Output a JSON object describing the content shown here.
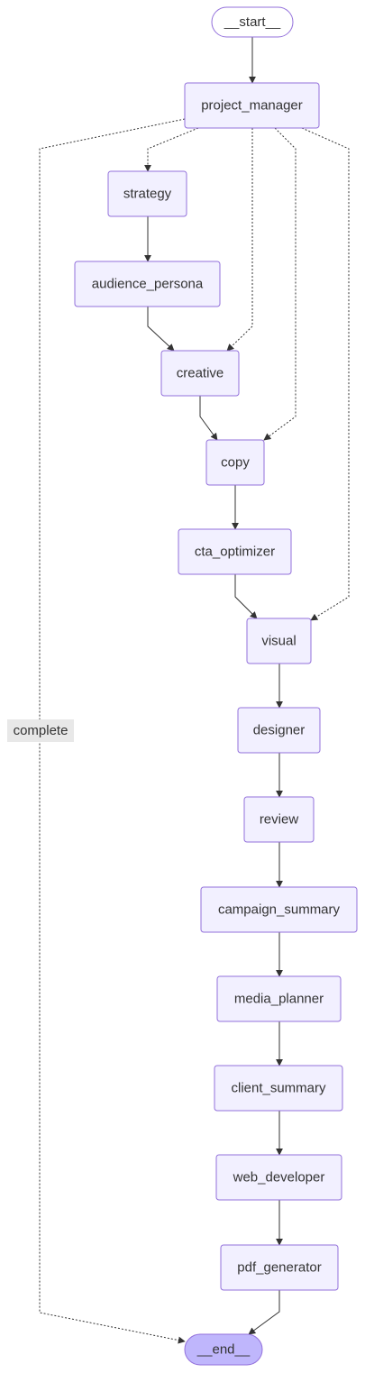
{
  "diagram": {
    "start": "__start__",
    "end": "__end__",
    "nodes": {
      "project_manager": "project_manager",
      "strategy": "strategy",
      "audience_persona": "audience_persona",
      "creative": "creative",
      "copy": "copy",
      "cta_optimizer": "cta_optimizer",
      "visual": "visual",
      "designer": "designer",
      "review": "review",
      "campaign_summary": "campaign_summary",
      "media_planner": "media_planner",
      "client_summary": "client_summary",
      "web_developer": "web_developer",
      "pdf_generator": "pdf_generator"
    },
    "edge_labels": {
      "complete": "complete"
    },
    "colors": {
      "node_fill": "#f2f0ff",
      "node_stroke": "#9370db",
      "end_fill": "#bfb6fc",
      "edge": "#333333",
      "label_bg": "#e8e8e8"
    }
  }
}
